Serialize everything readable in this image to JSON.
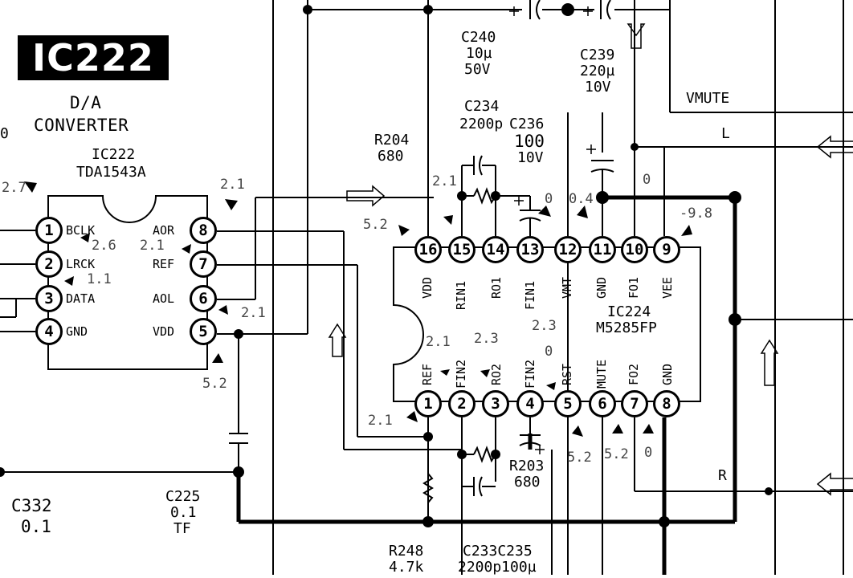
{
  "title": "IC222",
  "left_ic": {
    "function_line1": "D/A",
    "function_line2": "CONVERTER",
    "ref": "IC222",
    "part": "TDA1543A",
    "pins": [
      {
        "num": "1",
        "name": "BCLK"
      },
      {
        "num": "2",
        "name": "LRCK"
      },
      {
        "num": "3",
        "name": "DATA"
      },
      {
        "num": "4",
        "name": "GND"
      },
      {
        "num": "5",
        "name": "VDD"
      },
      {
        "num": "6",
        "name": "AOL"
      },
      {
        "num": "7",
        "name": "REF"
      },
      {
        "num": "8",
        "name": "AOR"
      }
    ],
    "voltages": {
      "v1": "2.7",
      "v2": "2.6",
      "v3": "1.1",
      "v8": "2.1",
      "v7": "2.1",
      "v6": "2.1",
      "v5": "5.2"
    }
  },
  "right_ic": {
    "ref": "IC224",
    "part": "M5285FP",
    "bottom_pins": [
      {
        "num": "1",
        "name": "REF"
      },
      {
        "num": "2",
        "name": "FIN2"
      },
      {
        "num": "3",
        "name": "RO2"
      },
      {
        "num": "4",
        "name": "FIN2"
      },
      {
        "num": "5",
        "name": "RST"
      },
      {
        "num": "6",
        "name": "MUTE"
      },
      {
        "num": "7",
        "name": "FO2"
      },
      {
        "num": "8",
        "name": "GND"
      }
    ],
    "top_pins": [
      {
        "num": "16",
        "name": "VDD"
      },
      {
        "num": "15",
        "name": "RIN1"
      },
      {
        "num": "14",
        "name": "RO1"
      },
      {
        "num": "13",
        "name": "FIN1"
      },
      {
        "num": "12",
        "name": "VMT"
      },
      {
        "num": "11",
        "name": "GND"
      },
      {
        "num": "10",
        "name": "FO1"
      },
      {
        "num": "9",
        "name": "VEE"
      }
    ],
    "voltages": {
      "v16": "5.2",
      "v15": "2.1",
      "v13": "0",
      "v12": "0.4",
      "v10": "0",
      "v9": "-9.8",
      "v1": "2.1",
      "v2": "2.1",
      "v3": "2.3",
      "v4": "0",
      "v5": "5.2",
      "v6": "5.2",
      "v7": "0",
      "inner": "2.3"
    }
  },
  "components": {
    "c240": {
      "ref": "C240",
      "val1": "10µ",
      "val2": "50V"
    },
    "c239": {
      "ref": "C239",
      "val1": "220µ",
      "val2": "10V"
    },
    "c234": {
      "ref": "C234",
      "val1": "2200p"
    },
    "c236": {
      "ref": "C236",
      "val1": "100",
      "val2": "10V"
    },
    "r204": {
      "ref": "R204",
      "val1": "680"
    },
    "r203": {
      "ref": "R203",
      "val1": "680"
    },
    "r248": {
      "ref": "R248",
      "val1": "4.7k"
    },
    "c233c235": {
      "ref": "C233C235",
      "val1": "2200p100µ"
    },
    "c225": {
      "ref": "C225",
      "val1": "0.1",
      "val2": "TF"
    },
    "c332": {
      "ref": "C332",
      "val1": "0.1"
    }
  },
  "nets": {
    "vmute": "VMUTE",
    "l": "L",
    "r": "R"
  },
  "edge_text": {
    "zero": "0"
  }
}
